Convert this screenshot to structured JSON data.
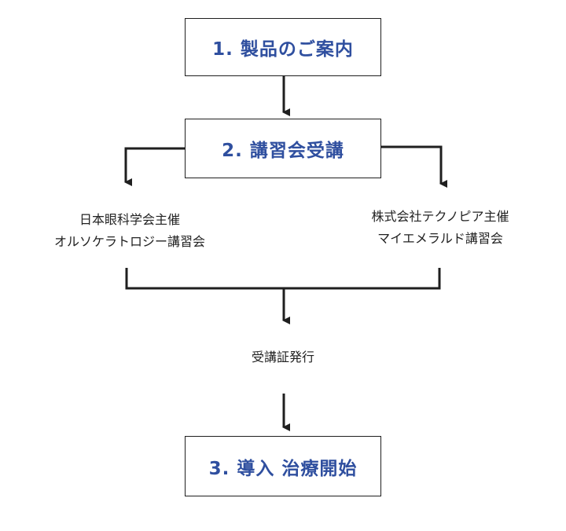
{
  "steps": {
    "step1": "1. 製品のご案内",
    "step2": "2. 講習会受講",
    "step3": "3. 導入 治療開始"
  },
  "courses": {
    "left_line1": "日本眼科学会主催",
    "left_line2": "オルソケラトロジー講習会",
    "right_line1": "株式会社テクノピア主催",
    "right_line2": "マイエメラルド講習会"
  },
  "certificate": "受講証発行",
  "colors": {
    "step_text": "#2f4f9f",
    "lines": "#1f1f1f"
  }
}
